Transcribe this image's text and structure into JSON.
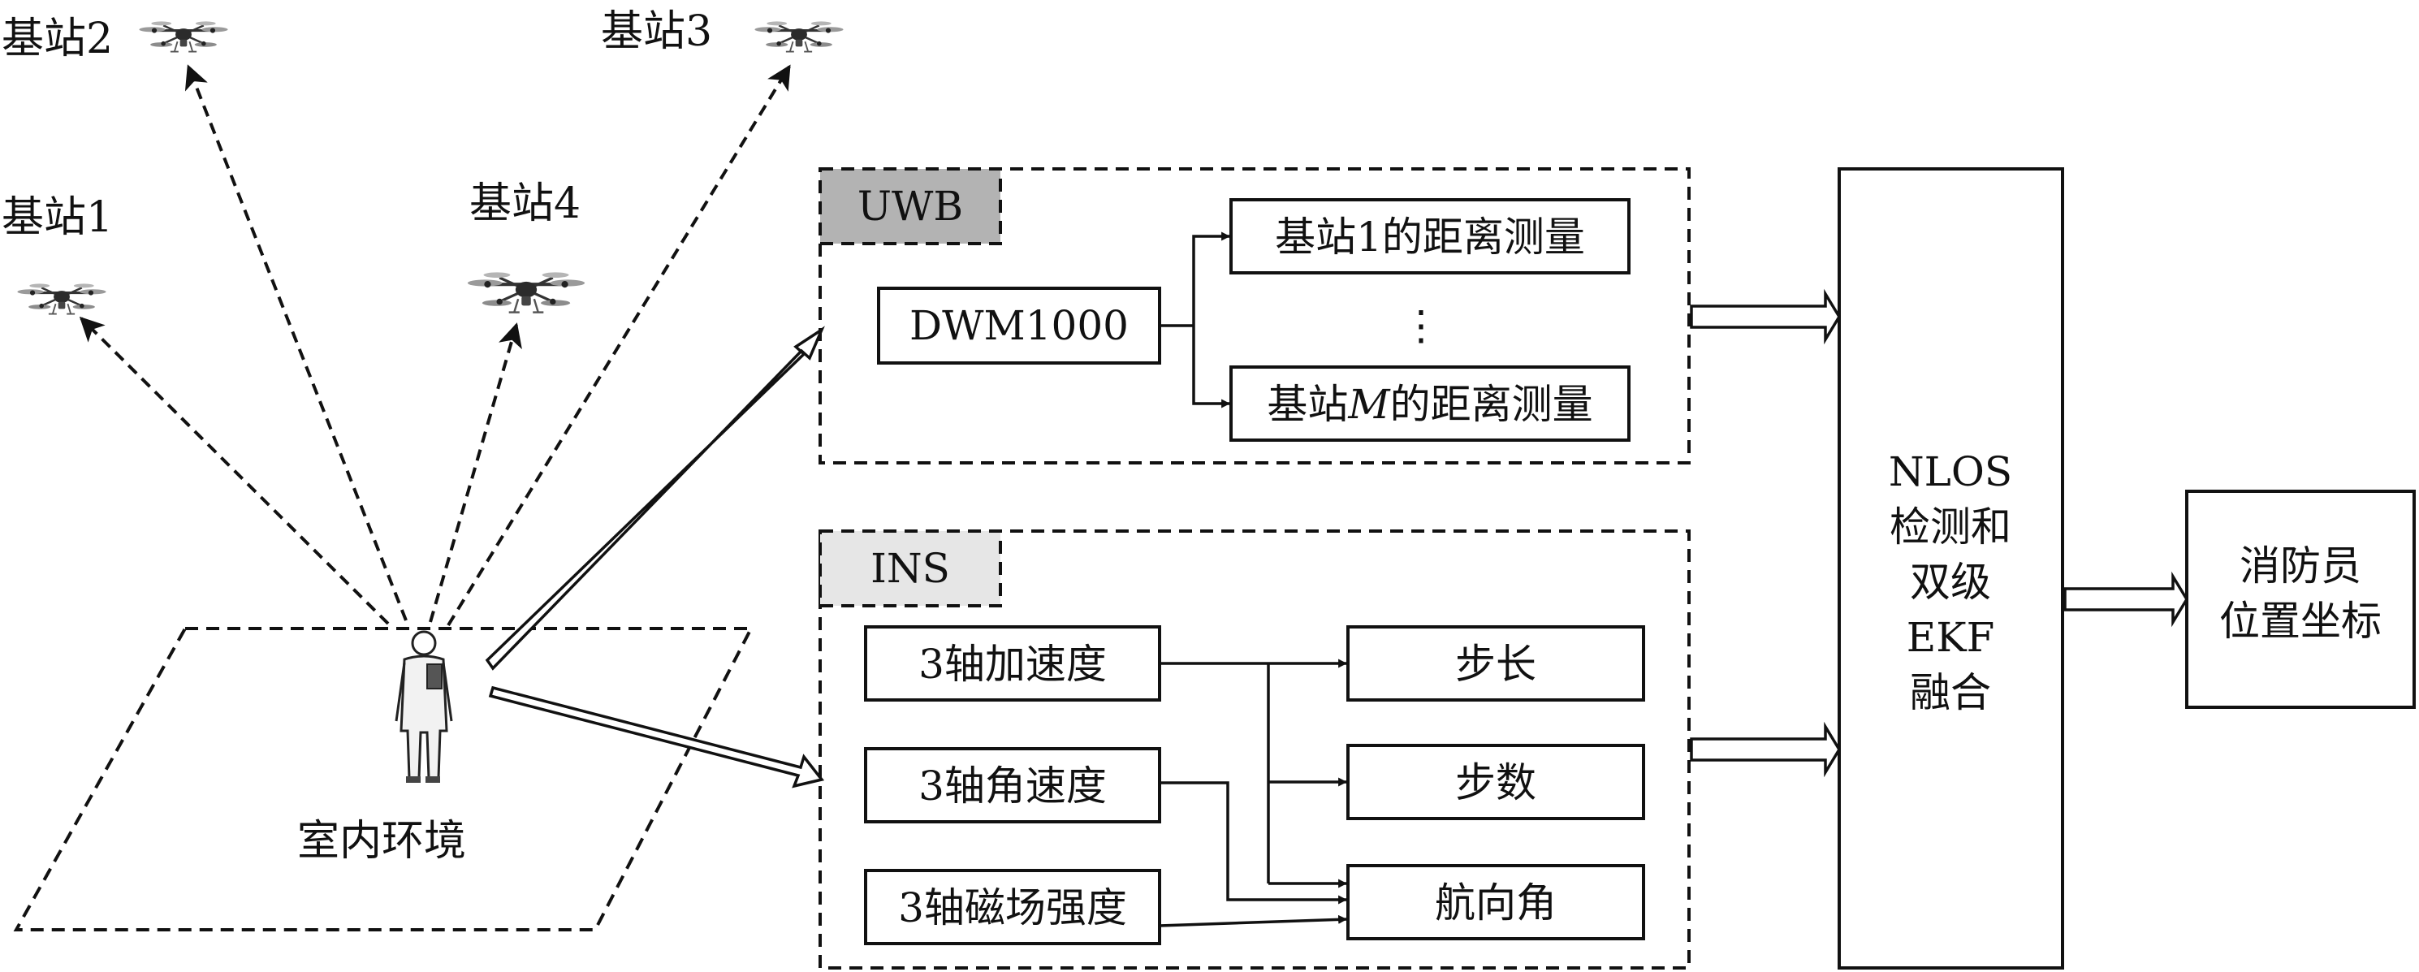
{
  "base_stations": [
    {
      "id": "bs1",
      "label": "基站1"
    },
    {
      "id": "bs2",
      "label": "基站2"
    },
    {
      "id": "bs3",
      "label": "基站3"
    },
    {
      "id": "bs4",
      "label": "基站4"
    }
  ],
  "environment_label": "室内环境",
  "uwb": {
    "title": "UWB",
    "title_fill": "#b3b3b3",
    "module": "DWM1000",
    "range_1": "基站1的距离测量",
    "ellipsis": "⋮",
    "range_m_prefix": "基站",
    "range_m_var": "M",
    "range_m_suffix": "的距离测量"
  },
  "ins": {
    "title": "INS",
    "title_fill": "#e6e6e6",
    "sensors": [
      "3轴加速度",
      "3轴角速度",
      "3轴磁场强度"
    ],
    "outputs": [
      "步长",
      "步数",
      "航向角"
    ]
  },
  "fusion_lines": [
    "NLOS",
    "检测和",
    "双级",
    "EKF",
    "融合"
  ],
  "result_lines": [
    "消防员",
    "位置坐标"
  ]
}
